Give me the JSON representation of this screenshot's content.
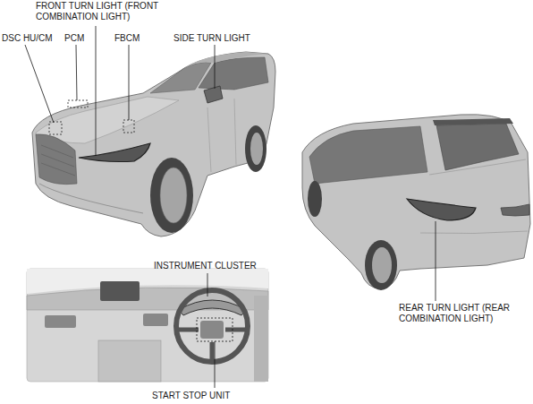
{
  "diagram": {
    "labels": [
      "FRONT TURN LIGHT (FRONT COMBINATION LIGHT)",
      "DSC HU/CM",
      "PCM",
      "FBCM",
      "SIDE TURN LIGHT",
      "INSTRUMENT CLUSTER",
      "REAR TURN LIGHT (REAR COMBINATION LIGHT)",
      "START STOP UNIT"
    ]
  }
}
